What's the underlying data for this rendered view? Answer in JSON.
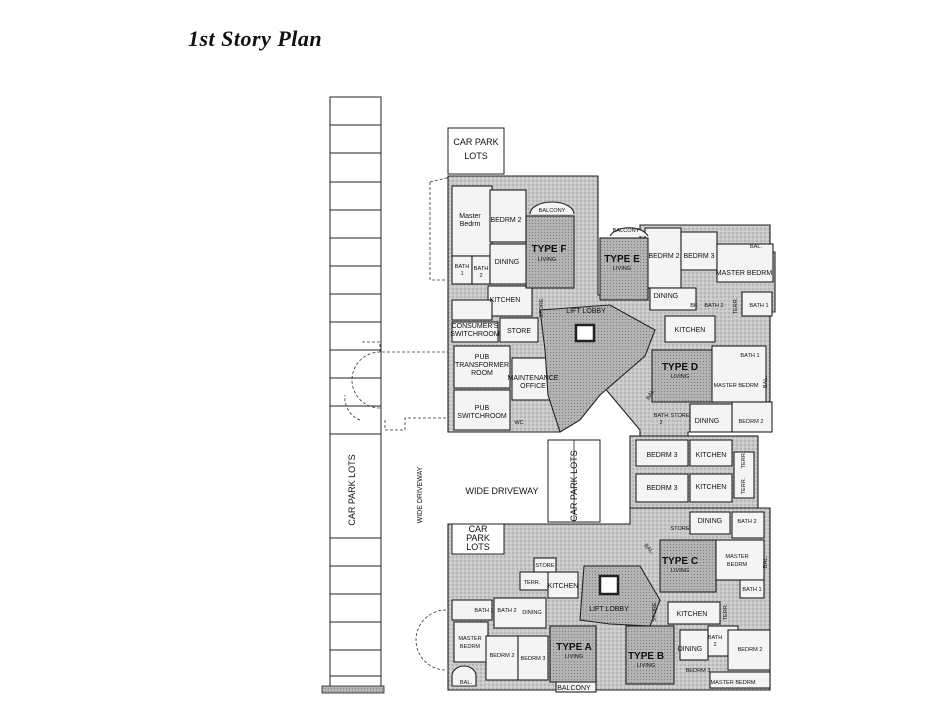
{
  "title": "1st Story Plan",
  "labels": {
    "car_park_lots_top": [
      "CAR PARK",
      "LOTS"
    ],
    "car_park_lots_left": "CAR PARK LOTS",
    "car_park_lots_mid": "CAR PARK LOTS",
    "car_park_lots_bottom": [
      "CAR",
      "PARK",
      "LOTS"
    ],
    "wide_driveway_h": "WIDE DRIVEWAY",
    "wide_driveway_v": "WIDE DRIVEWAY",
    "consumers_switchroom": [
      "CONSUMER'S",
      "SWITCHROOM"
    ],
    "store_service": "STORE",
    "pub_transformer": [
      "PUB",
      "TRANSFORMER",
      "ROOM"
    ],
    "maintenance": [
      "MAINTENANCE",
      "OFFICE"
    ],
    "pub_switchroom": [
      "PUB",
      "SWITCHROOM"
    ],
    "wc": "WC",
    "lift_lobby_top": "LIFT  LOBBY",
    "lift_lobby_bottom": "LIFT  LOBBY",
    "type_f": {
      "type": "TYPE F",
      "living": "LIVING",
      "master": [
        "Master",
        "Bedrm"
      ],
      "bedrm2": "BEDRM 2",
      "balcony": "BALCONY",
      "bath1": [
        "BATH",
        "1"
      ],
      "bath2": [
        "BATH",
        "2"
      ],
      "dining": "DINING",
      "kitchen": "KITCHEN",
      "store": "STORE"
    },
    "type_e": {
      "type": "TYPE E",
      "living": "LIVING",
      "balcony": "BALCONY",
      "bedrm2": "BEDRM 2",
      "bedrm3": "BEDRM 3",
      "bal": "BAL.",
      "master": "MASTER BEDRM",
      "dining": "DINING",
      "bk": "BK",
      "bath2": "BATH 2",
      "bath1": "BATH 1",
      "terr": "TERR.",
      "kitchen": "KITCHEN"
    },
    "type_d": {
      "type": "TYPE D",
      "living": "LIVING",
      "bath1": "BATH 1",
      "master": "MASTER BEDRM",
      "bal": "BAL.",
      "bal_left": "BAL.",
      "bath2": [
        "BATH",
        "2"
      ],
      "store": "STORE",
      "dining": "DINING",
      "bedrm2": "BEDRM 2",
      "bedrm3": "BEDRM 3",
      "kitchen": "KITCHEN",
      "terr": "TERR."
    },
    "type_c": {
      "type": "TYPE C",
      "living": "LIVING",
      "bedrm3": "BEDRM 3",
      "kitchen": "KITCHEN",
      "terr": "TERR.",
      "dining": "DINING",
      "store": "STORE",
      "bath2": "BATH 2",
      "master": [
        "MASTER",
        "BEDRM"
      ],
      "bal": "BAL.",
      "bal_left": "BAL.",
      "bath1": "BATH 1"
    },
    "type_b": {
      "type": "TYPE B",
      "living": "LIVING",
      "store": "STORE",
      "kitchen": "KITCHEN",
      "terr": "TERR.",
      "bath2": [
        "BATH",
        "2"
      ],
      "dining": "DINING",
      "bedrm2": "BEDRM 2",
      "bedrm3": "BEDRM 3",
      "master": "MASTER BEDRM",
      "balcony": "BALCONY"
    },
    "type_a": {
      "type": "TYPE A",
      "living": "LIVING",
      "stors": "STORE",
      "terr": "TERR.",
      "kitchen": "KITCHEN",
      "bath1": "BATH 1",
      "bath2": "BATH 2",
      "dining": "DINING",
      "master": [
        "MASTER",
        "BEDRM"
      ],
      "bedrm2": "BEDRM 2",
      "bedrm3": "BEDRM 3",
      "bal": "BAL."
    }
  }
}
